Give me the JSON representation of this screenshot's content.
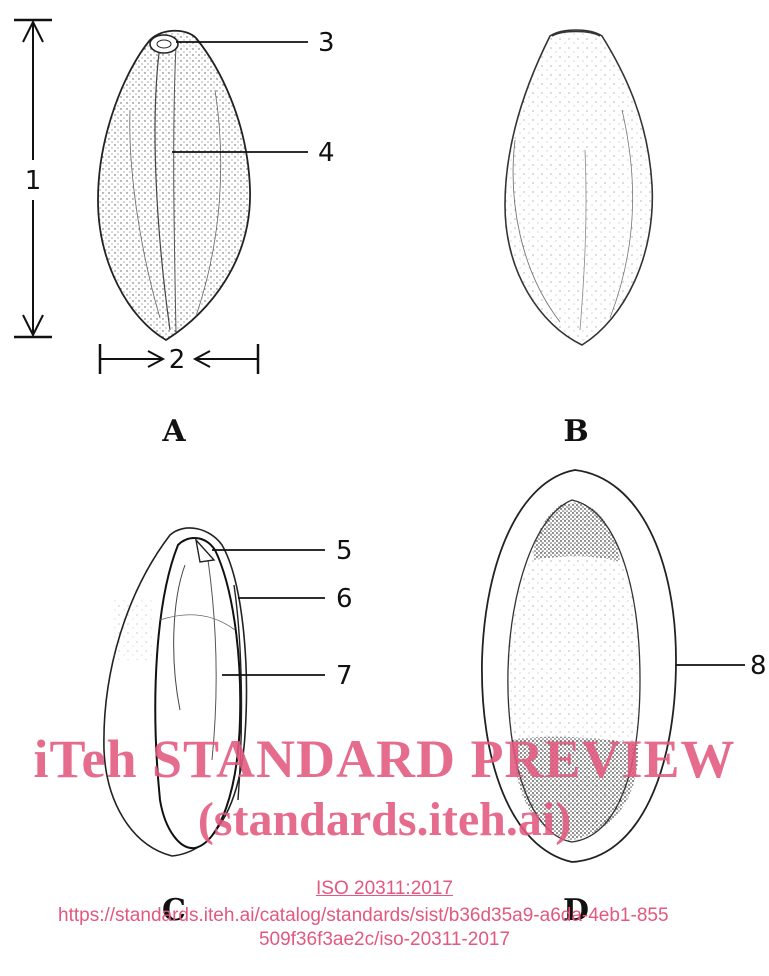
{
  "figure": {
    "labels": {
      "overall_length": "1",
      "width": "2",
      "l3": "3",
      "l4": "4",
      "l5": "5",
      "l6": "6",
      "l7": "7",
      "l8": "8"
    },
    "panels": {
      "A": "A",
      "B": "B",
      "C": "C",
      "D": "D"
    }
  },
  "watermark": {
    "line1": "iTeh STANDARD PREVIEW",
    "line2": "(standards.iteh.ai)"
  },
  "footer": {
    "iso_ref": "ISO 20311:2017",
    "url_line1": "https://standards.iteh.ai/catalog/standards/sist/b36d35a9-a6da-4eb1-855",
    "url_line2": "509f36f3ae2c/iso-20311-2017"
  }
}
